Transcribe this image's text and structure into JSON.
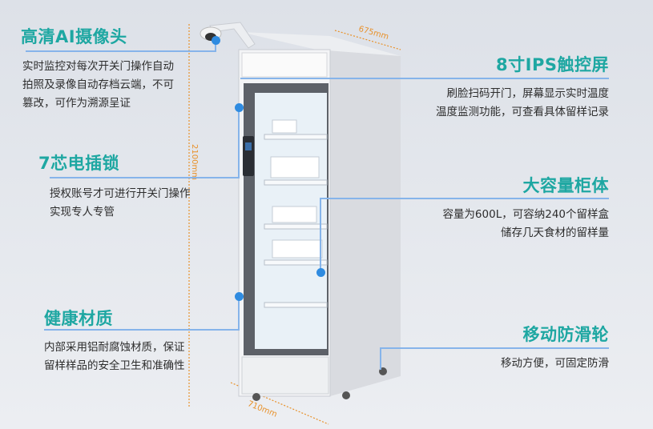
{
  "features": {
    "camera": {
      "title": "高清AI摄像头",
      "lines": [
        "实时监控对每次开关门操作自动",
        "拍照及录像自动存档云端，不可",
        "篡改，可作为溯源呈证"
      ]
    },
    "lock": {
      "title": "7芯电插锁",
      "lines": [
        "授权账号才可进行开关门操作",
        "实现专人专管"
      ]
    },
    "material": {
      "title": "健康材质",
      "lines": [
        "内部采用铝耐腐蚀材质，保证",
        "留样样品的安全卫生和准确性"
      ]
    },
    "screen": {
      "title": "8寸IPS触控屏",
      "lines": [
        "刷脸扫码开门，屏幕显示实时温度",
        "温度监测功能，可查看具体留样记录"
      ]
    },
    "capacity": {
      "title": "大容量柜体",
      "lines": [
        "容量为600L，可容纳240个留样盒",
        "储存几天食材的留样量"
      ]
    },
    "wheels": {
      "title": "移动防滑轮",
      "lines": [
        "移动方便，可固定防滑"
      ]
    }
  },
  "dimensions": {
    "height": "2100mm",
    "depth": "675mm",
    "width": "710mm"
  },
  "colors": {
    "title": "#1ea7a2",
    "line": "#86b4ea",
    "dot": "#2f8be0",
    "dimension": "#e8912a"
  }
}
